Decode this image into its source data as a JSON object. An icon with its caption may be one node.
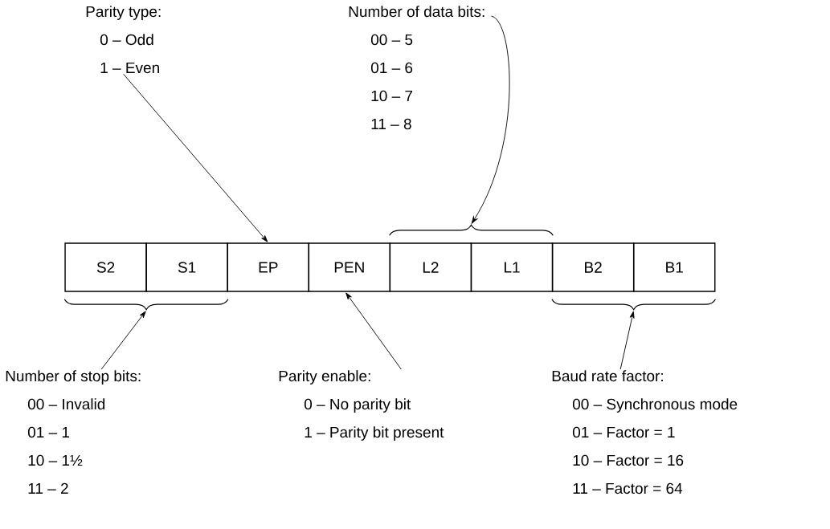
{
  "diagram": {
    "nodes": [
      {
        "text": [
          "Parity type:",
          "0 – Odd",
          "1 – Even"
        ]
      },
      {
        "text": [
          "Number of data bits:",
          "00 – 5",
          "01 – 6",
          "10 – 7",
          "11 – 8"
        ]
      },
      {
        "text": [
          "S2"
        ]
      },
      {
        "text": [
          "S1"
        ]
      },
      {
        "text": [
          "EP"
        ]
      },
      {
        "text": [
          "PEN"
        ]
      },
      {
        "text": [
          "L2"
        ]
      },
      {
        "text": [
          "L1"
        ]
      },
      {
        "text": [
          "B2"
        ]
      },
      {
        "text": [
          "B1"
        ]
      },
      {
        "text": [
          "Number of stop bits:",
          "00 – Invalid",
          "01 – 1",
          "10 – 1½",
          "11 – 2"
        ]
      },
      {
        "text": [
          "Parity enable:",
          "0 – No parity bit",
          "1 – Parity bit present"
        ]
      },
      {
        "text": [
          "Baud rate factor:",
          "00 – Synchronous mode",
          "01 – Factor = 1",
          "10 – Factor = 16",
          "11 – Factor = 64"
        ]
      }
    ],
    "edges": [
      {
        "from": 0,
        "to": 4,
        "arrow": "to"
      },
      {
        "from": 1,
        "to": 6,
        "arrow": "to"
      },
      {
        "from": 1,
        "to": 7,
        "arrow": "to"
      },
      {
        "from": 10,
        "to": 2,
        "arrow": "to"
      },
      {
        "from": 10,
        "to": 3,
        "arrow": "to"
      },
      {
        "from": 11,
        "to": 5,
        "arrow": "to"
      },
      {
        "from": 12,
        "to": 8,
        "arrow": "to"
      },
      {
        "from": 12,
        "to": 9,
        "arrow": "to"
      }
    ]
  }
}
